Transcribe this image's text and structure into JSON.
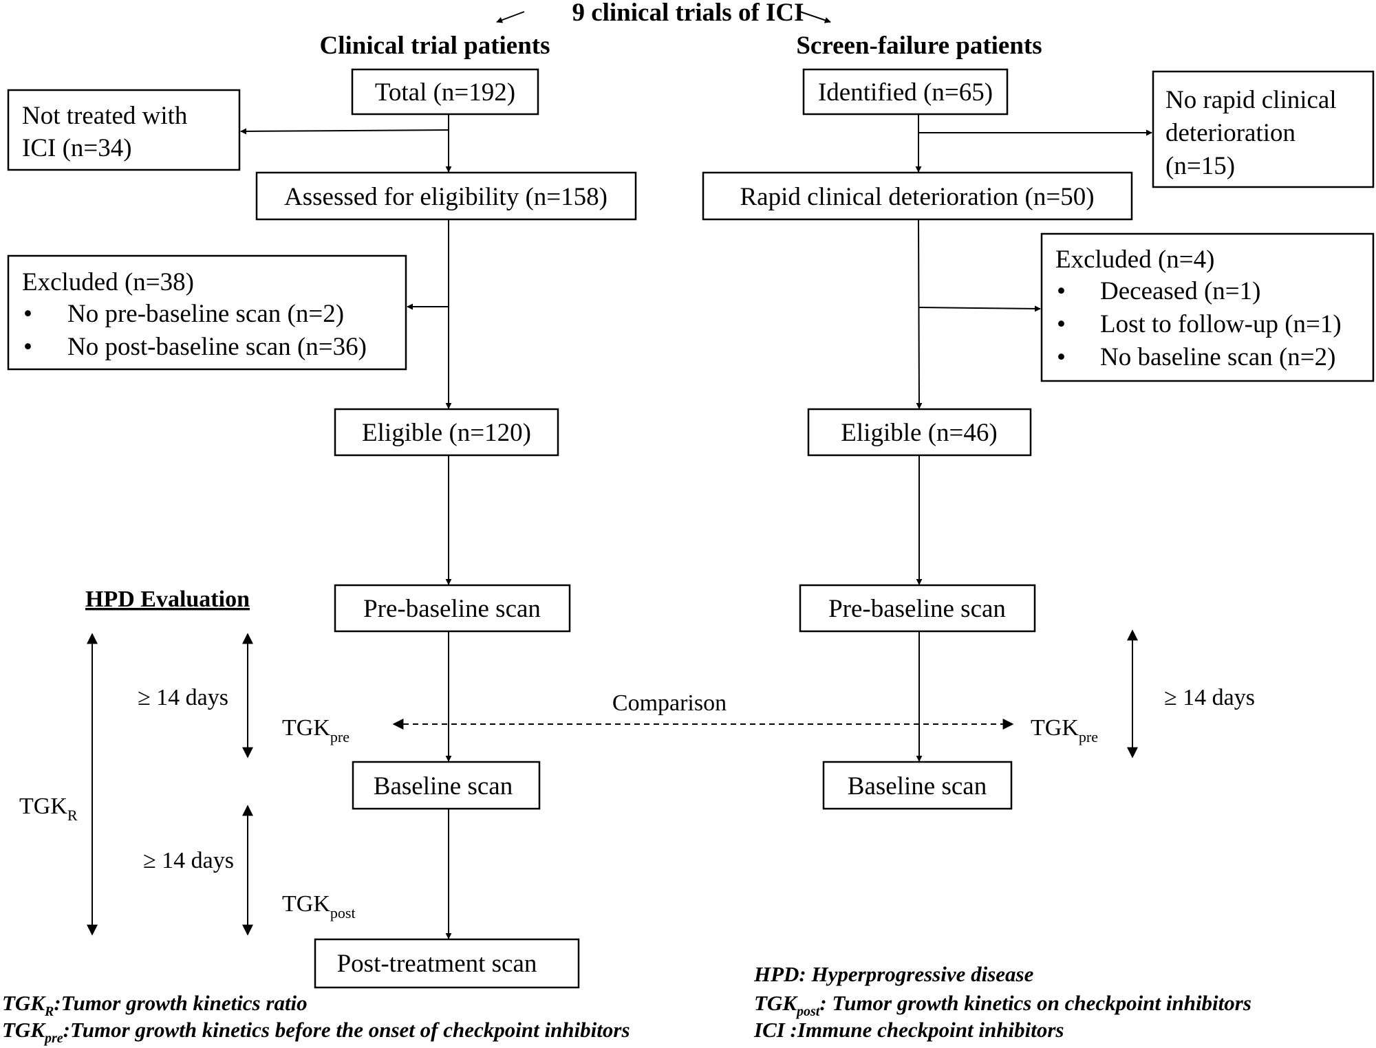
{
  "title": "9 clinical trials of ICI",
  "left": {
    "header": "Clinical trial patients",
    "total": "Total (n=192)",
    "not_treated": [
      "Not treated with",
      "ICI (n=34)"
    ],
    "assessed": "Assessed for eligibility (n=158)",
    "excluded": {
      "title": "Excluded (n=38)",
      "items": [
        "No pre-baseline scan (n=2)",
        "No post-baseline scan (n=36)"
      ]
    },
    "eligible": "Eligible (n=120)",
    "pre_baseline": "Pre-baseline scan",
    "baseline": "Baseline scan",
    "post_treatment": "Post-treatment scan"
  },
  "right": {
    "header": "Screen-failure patients",
    "identified": "Identified (n=65)",
    "no_rapid": [
      "No rapid clinical",
      "deterioration",
      "(n=15)"
    ],
    "rapid": "Rapid clinical deterioration (n=50)",
    "excluded": {
      "title": "Excluded (n=4)",
      "items": [
        "Deceased (n=1)",
        "Lost to follow-up (n=1)",
        "No baseline scan (n=2)"
      ]
    },
    "eligible": "Eligible (n=46)",
    "pre_baseline": "Pre-baseline scan",
    "baseline": "Baseline scan"
  },
  "bullet": "•",
  "hpd_evaluation": "HPD Evaluation",
  "days": "≥ 14 days",
  "comparison": "Comparison",
  "tgk": {
    "base": "TGK",
    "pre": "pre",
    "post": "post",
    "r": "R"
  },
  "legend": {
    "hpd": "HPD: Hyperprogressive disease",
    "tgk_r": ":Tumor growth kinetics ratio",
    "tgk_pre": ":Tumor growth kinetics before the onset of checkpoint inhibitors",
    "tgk_post": ": Tumor growth kinetics on checkpoint inhibitors",
    "ici": "ICI :Immune checkpoint inhibitors"
  }
}
